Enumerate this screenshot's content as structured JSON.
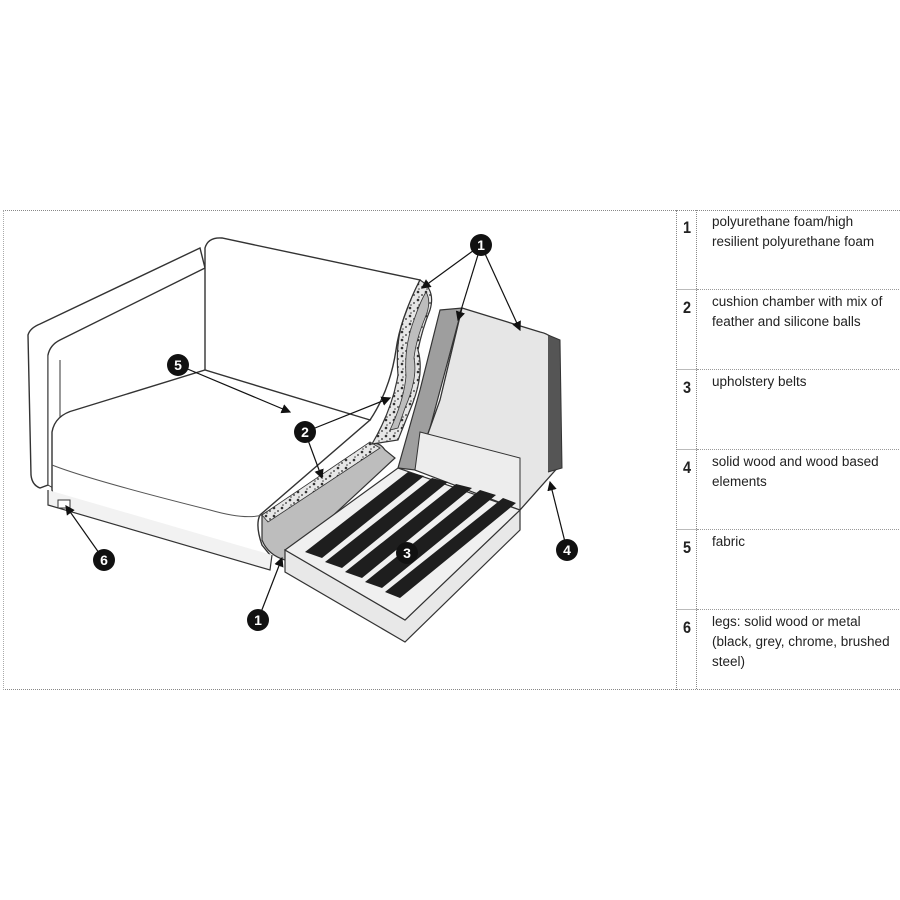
{
  "callouts": [
    "1",
    "2",
    "3",
    "4",
    "5",
    "6"
  ],
  "legend": [
    {
      "num": "1",
      "text": "polyurethane foam/high resilient polyurethane foam"
    },
    {
      "num": "2",
      "text": "cushion chamber with mix of feather and silicone balls"
    },
    {
      "num": "3",
      "text": "upholstery belts"
    },
    {
      "num": "4",
      "text": " solid wood and wood based elements"
    },
    {
      "num": "5",
      "text": "fabric"
    },
    {
      "num": "6",
      "text": "legs:  solid wood or metal (black, grey, chrome, brushed steel)"
    }
  ]
}
